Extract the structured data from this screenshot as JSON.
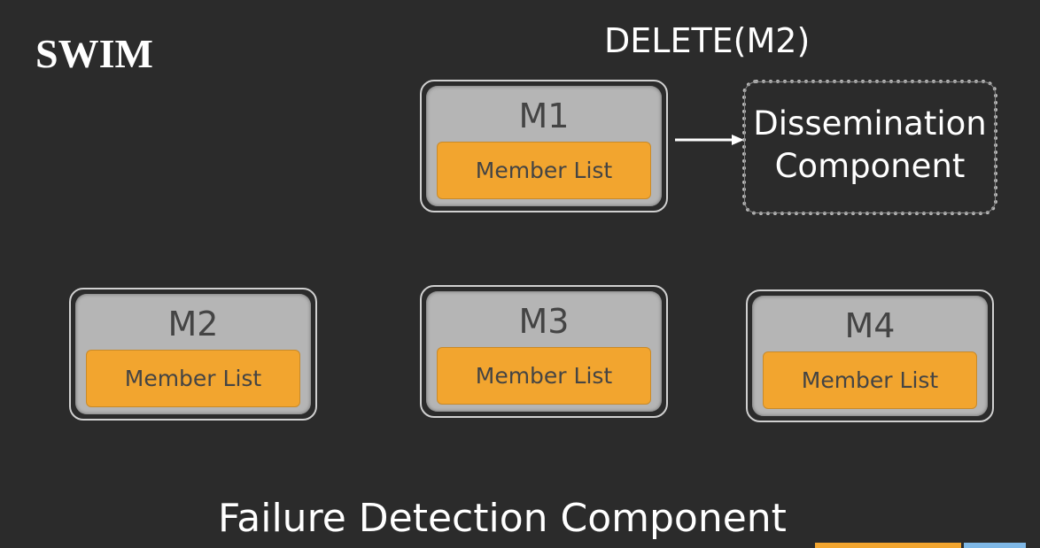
{
  "title": "SWIM",
  "message": "DELETE(M2)",
  "nodes": [
    {
      "name": "M1",
      "list": "Member List"
    },
    {
      "name": "M2",
      "list": "Member List"
    },
    {
      "name": "M3",
      "list": "Member List"
    },
    {
      "name": "M4",
      "list": "Member List"
    }
  ],
  "dissemination": {
    "line1": "Dissemination",
    "line2": "Component"
  },
  "footer": "Failure Detection Component",
  "colors": {
    "background": "#2b2b2b",
    "member_list": "#f2a52f",
    "node": "#b5b5b5"
  }
}
